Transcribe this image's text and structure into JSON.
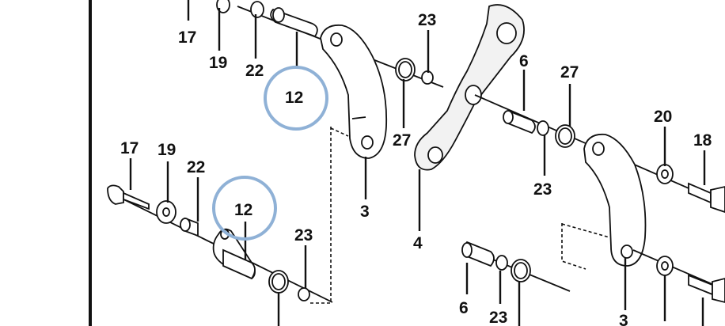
{
  "callouts": {
    "c17_top": "17",
    "c19_top": "19",
    "c22_top": "22",
    "c12_top": "12",
    "c23_top": "23",
    "c27_top": "27",
    "c3_top": "3",
    "c4": "4",
    "c6_right": "6",
    "c27_right": "27",
    "c23_right": "23",
    "c20": "20",
    "c18": "18",
    "c17_left": "17",
    "c19_left": "19",
    "c22_left": "22",
    "c12_left": "12",
    "c23_left": "23",
    "c6_bottom": "6",
    "c23_bottom": "23",
    "c3_bottom": "3"
  },
  "highlight_color": "#8fb1d6"
}
